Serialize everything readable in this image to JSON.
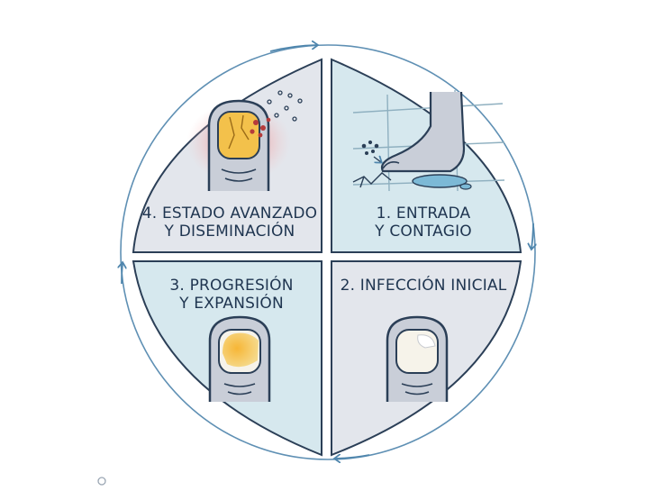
{
  "diagram": {
    "quadrants": [
      {
        "id": "q1",
        "lines": [
          "1. ENTRADA",
          "Y CONTAGIO"
        ]
      },
      {
        "id": "q2",
        "lines": [
          "2. INFECCIÓN INICIAL"
        ]
      },
      {
        "id": "q3",
        "lines": [
          "3. PROGRESIÓN",
          "Y EXPANSIÓN"
        ]
      },
      {
        "id": "q4",
        "lines": [
          "4. ESTADO AVANZADO",
          "Y DISEMINACIÓN"
        ]
      }
    ],
    "colors": {
      "outline": "#2b3f57",
      "text": "#1f3550",
      "panel_gray": "#e3e6ec",
      "panel_blue": "#d6e8ee",
      "nail_yellow": "#f2c24e",
      "inflammation": "#f08a8a",
      "water": "#7cb9d6",
      "cycle_arrow": "#4f86ad"
    }
  }
}
